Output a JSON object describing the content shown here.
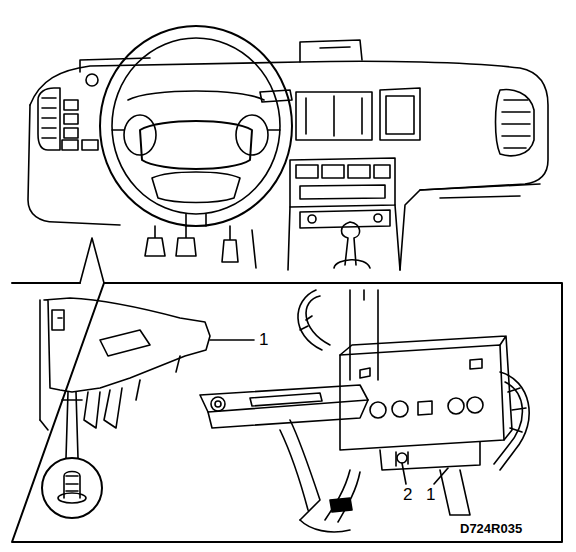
{
  "diagram": {
    "labels": [
      "1",
      "2",
      "1",
      "D724R035"
    ]
  }
}
